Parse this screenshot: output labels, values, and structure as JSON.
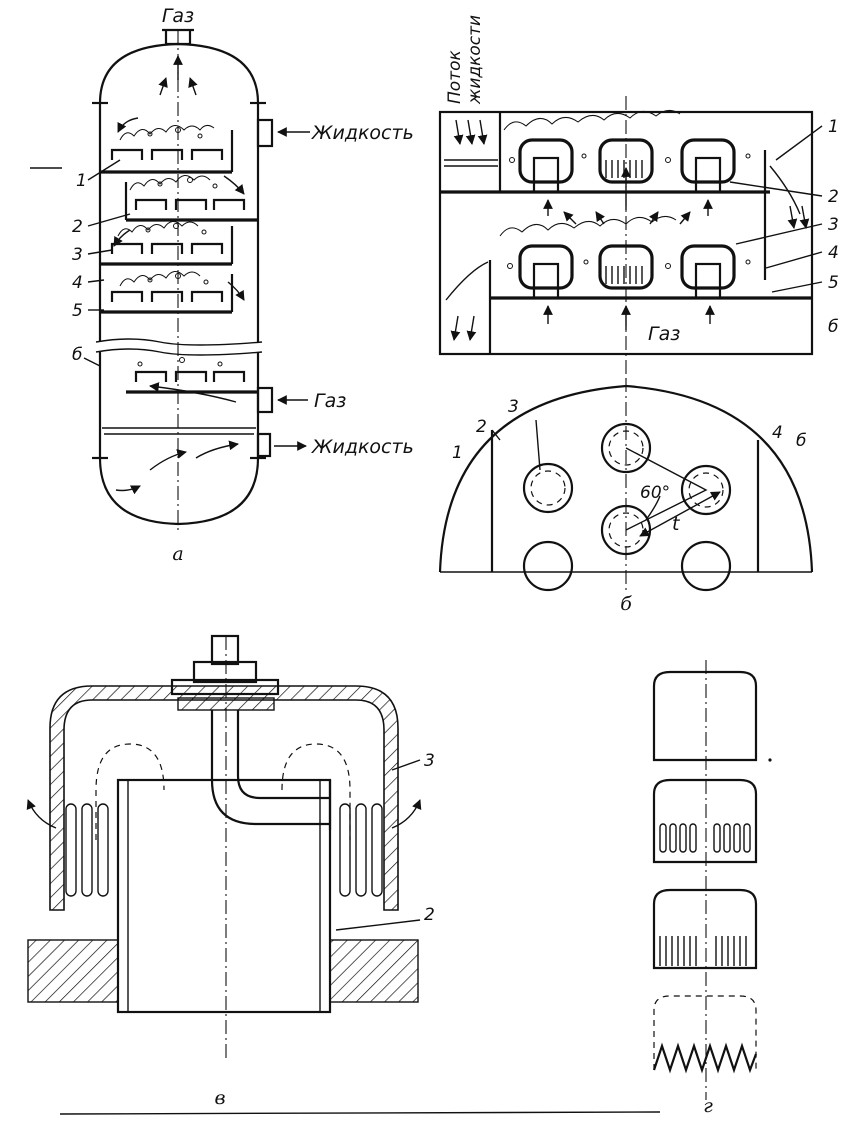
{
  "panel_a": {
    "gas_top": "Газ",
    "liquid_in": "Жидкость",
    "gas_in": "Газ",
    "liquid_out": "Жидкость",
    "n1": "1",
    "n2": "2",
    "n3": "3",
    "n4": "4",
    "n5": "5",
    "n6": "б",
    "caption": "а"
  },
  "panel_b_section": {
    "flow_line1": "Поток",
    "flow_line2": "жидкости",
    "gas": "Газ",
    "n1": "1",
    "n2": "2",
    "n3": "3",
    "n4": "4",
    "n5": "5",
    "n6": "б"
  },
  "panel_b_plan": {
    "n1": "1",
    "n2": "2",
    "n3": "3",
    "n4": "4",
    "n6": "б",
    "angle": "60°",
    "pitch": "t",
    "caption": "б"
  },
  "panel_c": {
    "n3": "3",
    "n2": "2",
    "caption": "в"
  },
  "panel_d": {
    "caption": "г"
  }
}
